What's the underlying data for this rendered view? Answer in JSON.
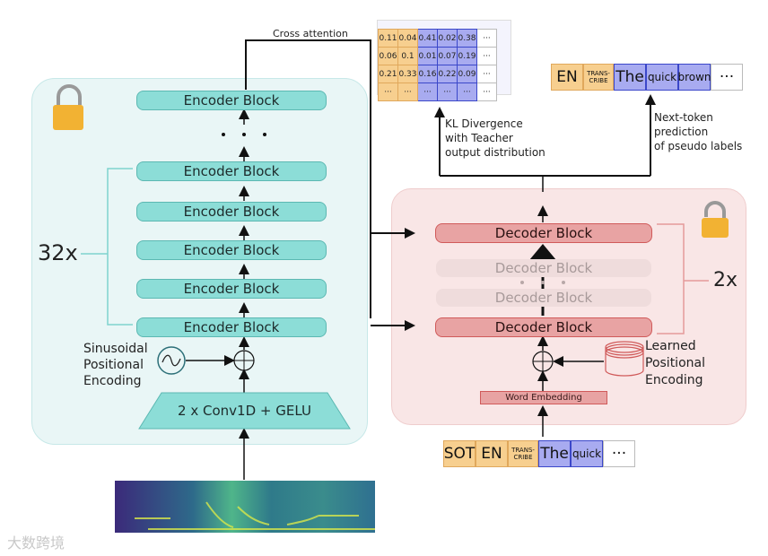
{
  "encoder": {
    "blocks": [
      "Encoder Block",
      "Encoder Block",
      "Encoder Block",
      "Encoder Block",
      "Encoder Block",
      "Encoder Block"
    ],
    "repeat_label": "32x",
    "positional_encoding": [
      "Sinusoidal",
      "Positional",
      "Encoding"
    ],
    "conv_label": "2 x Conv1D + GELU",
    "lock_state": "locked",
    "ellipsis": "• • •"
  },
  "cross_attention_label": "Cross attention",
  "teacher_matrix": {
    "rows": [
      [
        "0.11",
        "0.04",
        "0.41",
        "0.02",
        "0.38",
        "···"
      ],
      [
        "0.06",
        "0.1",
        "0.01",
        "0.07",
        "0.19",
        "···"
      ],
      [
        "0.21",
        "0.33",
        "0.16",
        "0.22",
        "0.09",
        "···"
      ],
      [
        "···",
        "···",
        "···",
        "···",
        "···",
        "···"
      ]
    ],
    "column_colors": [
      "orange",
      "orange",
      "blue",
      "blue",
      "blue",
      "white"
    ]
  },
  "kl_label": [
    "KL Divergence",
    "with Teacher",
    "output distribution"
  ],
  "pseudo_label_tokens": [
    {
      "text": "EN",
      "color": "orange"
    },
    {
      "text": "TRANS-\nCRIBE",
      "color": "orange",
      "small": true
    },
    {
      "text": "The",
      "color": "blue"
    },
    {
      "text": "quick",
      "color": "blue"
    },
    {
      "text": "brown",
      "color": "blue"
    },
    {
      "text": "···",
      "color": "white"
    }
  ],
  "next_token_label": [
    "Next-token",
    "prediction",
    "of pseudo labels"
  ],
  "decoder": {
    "blocks": [
      "Decoder Block",
      "Decoder Block"
    ],
    "ghost_blocks": [
      "Decoder Block",
      "Decoder Block"
    ],
    "repeat_label": "2x",
    "word_embedding": "Word Embedding",
    "positional_encoding": [
      "Learned",
      "Positional",
      "Encoding"
    ],
    "lock_state": "unlocked",
    "ellipsis": "• • •"
  },
  "input_tokens": [
    {
      "text": "SOT",
      "color": "orange"
    },
    {
      "text": "EN",
      "color": "orange"
    },
    {
      "text": "TRANS-\nCRIBE",
      "color": "orange",
      "small": true
    },
    {
      "text": "The",
      "color": "blue"
    },
    {
      "text": "quick",
      "color": "blue"
    },
    {
      "text": "···",
      "color": "white"
    }
  ],
  "watermark": "大数跨境",
  "colors": {
    "encoder_block": "#8cddd7",
    "decoder_block": "#e8a3a3",
    "token_orange": "#f7cf8f",
    "token_blue": "#a8abf0",
    "lock": "#f2b233"
  }
}
